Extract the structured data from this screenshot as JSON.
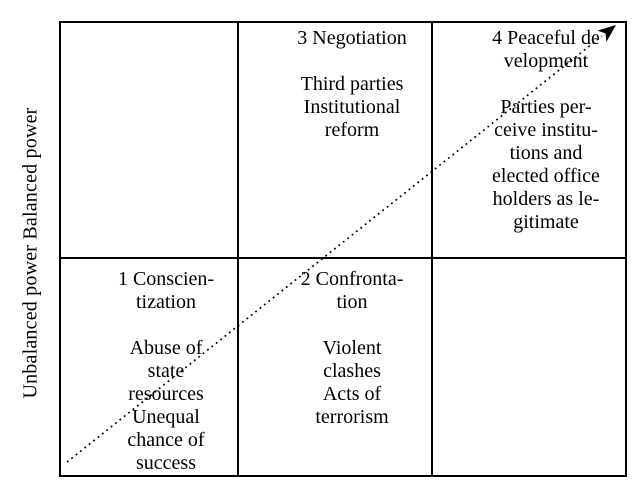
{
  "figure": {
    "y_axis_label": "Unbalanced power Balanced power",
    "colors": {
      "background": "#ffffff",
      "lines_and_text": "#000000"
    },
    "arrow": {
      "style": "dotted",
      "from": "bottom-left",
      "to": "top-right"
    },
    "cells": [
      {
        "name": "top-left-empty",
        "lines": []
      },
      {
        "name": "stage-3-negotiation",
        "lines": [
          "3 Negotiation",
          "",
          "Third parties",
          "Institutional",
          "reform"
        ]
      },
      {
        "name": "stage-4-peaceful-development",
        "lines": [
          "4 Peaceful de",
          "velopment",
          "",
          "Parties per-",
          "ceive institu-",
          "tions and",
          "elected office",
          "holders as le-",
          "gitimate"
        ]
      },
      {
        "name": "stage-1-conscientization",
        "lines": [
          "1 Conscien-",
          "tization",
          "",
          "Abuse of",
          "state",
          "resources",
          "Unequal",
          "chance of",
          "success"
        ]
      },
      {
        "name": "stage-2-confrontation",
        "lines": [
          "2 Confronta-",
          "tion",
          "",
          "Violent",
          "clashes",
          "Acts of",
          "terrorism"
        ]
      },
      {
        "name": "bottom-right-empty",
        "lines": []
      }
    ]
  }
}
